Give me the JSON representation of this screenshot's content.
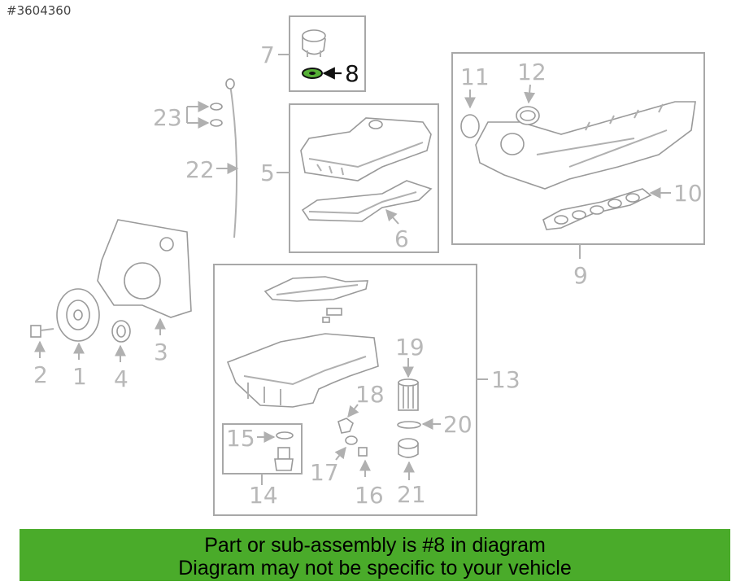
{
  "part_id": "#3604360",
  "callouts": {
    "c1": "1",
    "c2": "2",
    "c3": "3",
    "c4": "4",
    "c5": "5",
    "c6": "6",
    "c7": "7",
    "c8": "8",
    "c9": "9",
    "c10": "10",
    "c11": "11",
    "c12": "12",
    "c13": "13",
    "c14": "14",
    "c15": "15",
    "c16": "16",
    "c17": "17",
    "c18": "18",
    "c19": "19",
    "c20": "20",
    "c21": "21",
    "c22": "22",
    "c23": "23"
  },
  "highlight_color": "#56b036",
  "banner": {
    "line1": "Part or sub-assembly is #8 in diagram",
    "line2": "Diagram may not be specific to your vehicle",
    "color": "#4aab2a"
  }
}
